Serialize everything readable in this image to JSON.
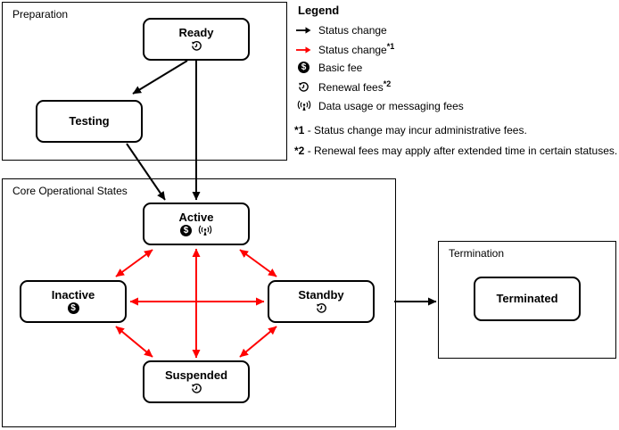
{
  "diagram": {
    "groups": {
      "preparation": {
        "label": "Preparation"
      },
      "core": {
        "label": "Core Operational States"
      },
      "termination": {
        "label": "Termination"
      }
    },
    "states": {
      "ready": {
        "label": "Ready",
        "icons": [
          "renewal-fees"
        ]
      },
      "testing": {
        "label": "Testing",
        "icons": []
      },
      "active": {
        "label": "Active",
        "icons": [
          "basic-fee",
          "data-usage"
        ]
      },
      "inactive": {
        "label": "Inactive",
        "icons": [
          "basic-fee"
        ]
      },
      "standby": {
        "label": "Standby",
        "icons": [
          "renewal-fees"
        ]
      },
      "suspended": {
        "label": "Suspended",
        "icons": [
          "renewal-fees"
        ]
      },
      "terminated": {
        "label": "Terminated",
        "icons": []
      }
    },
    "transitions": {
      "black": [
        "ready-to-testing",
        "ready-to-active",
        "testing-to-active",
        "core-to-terminated"
      ],
      "red_bidirectional": [
        "active-inactive",
        "active-standby",
        "active-suspended",
        "inactive-standby",
        "inactive-suspended",
        "standby-suspended"
      ]
    }
  },
  "legend": {
    "title": "Legend",
    "items": [
      {
        "icon": "status-change-arrow",
        "label": "Status change",
        "superscript": ""
      },
      {
        "icon": "status-change-fee-arrow",
        "label": "Status change",
        "superscript": "*1"
      },
      {
        "icon": "basic-fee",
        "label": "Basic fee",
        "superscript": ""
      },
      {
        "icon": "renewal-fees",
        "label": "Renewal fees",
        "superscript": "*2"
      },
      {
        "icon": "data-usage",
        "label": "Data usage or messaging fees",
        "superscript": ""
      }
    ],
    "footnotes": [
      {
        "marker": "*1",
        "text": "- Status change may incur administrative fees."
      },
      {
        "marker": "*2",
        "text": "- Renewal fees may apply after extended time in certain statuses."
      }
    ]
  },
  "icon_glyphs": {
    "basic-fee": "$"
  },
  "colors": {
    "status_change": "#000000",
    "status_change_fee": "#ff0000",
    "box_border": "#000000",
    "background": "#ffffff"
  }
}
